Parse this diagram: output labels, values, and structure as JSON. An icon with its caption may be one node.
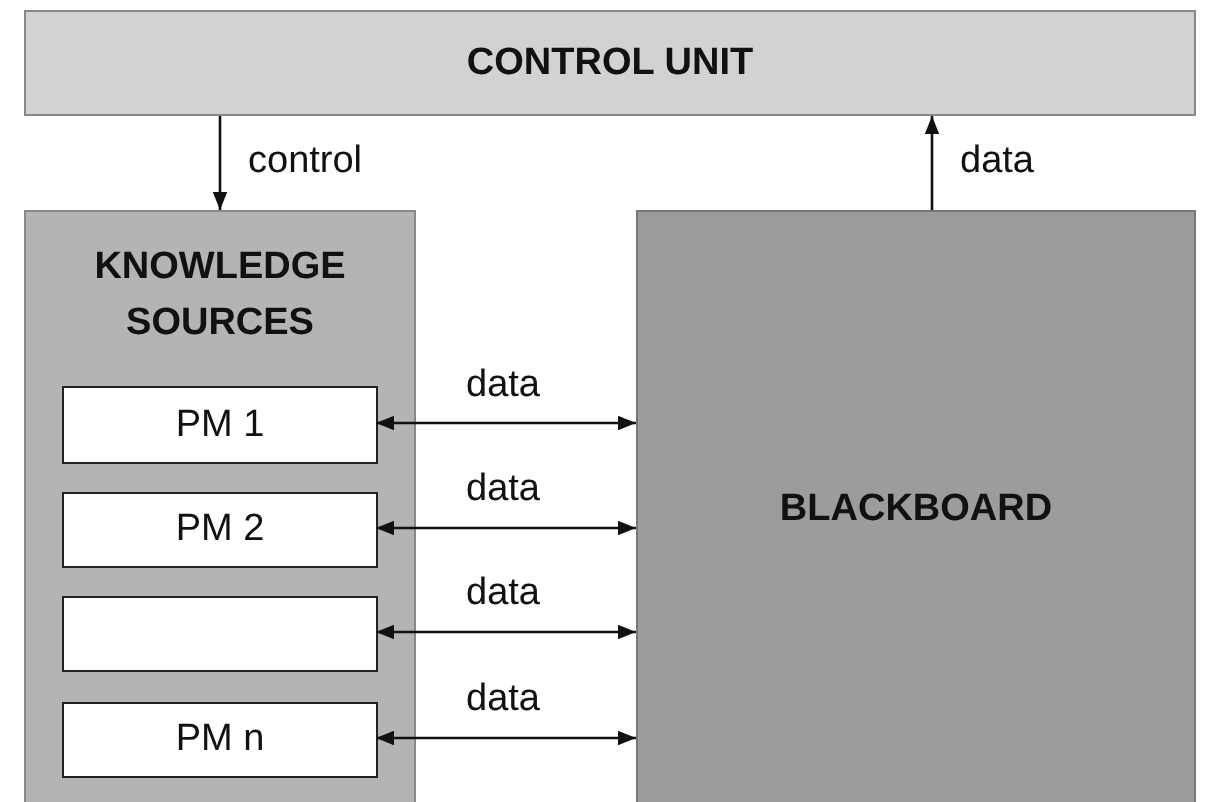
{
  "diagram": {
    "nodes": [
      {
        "text": [
          "CONTROL UNIT"
        ]
      },
      {
        "text": [
          "KNOWLEDGE SOURCES"
        ]
      },
      {
        "text": [
          "PM 1"
        ],
        "in": 1
      },
      {
        "text": [
          "PM 2"
        ],
        "in": 1
      },
      {
        "text": [],
        "shape": "box",
        "in": 1
      },
      {
        "text": [
          "PM n"
        ],
        "in": 1
      },
      {
        "text": [
          "BLACKBOARD"
        ]
      }
    ],
    "edges": [
      {
        "from": 0,
        "to": 1,
        "arrow": "to",
        "label": "control"
      },
      {
        "from": 6,
        "to": 0,
        "arrow": "to",
        "label": "data"
      },
      {
        "from": 2,
        "to": 6,
        "arrow": "both",
        "label": "data"
      },
      {
        "from": 3,
        "to": 6,
        "arrow": "both",
        "label": "data"
      },
      {
        "from": 4,
        "to": 6,
        "arrow": "both",
        "label": "data"
      },
      {
        "from": 5,
        "to": 6,
        "arrow": "both",
        "label": "data"
      }
    ]
  }
}
